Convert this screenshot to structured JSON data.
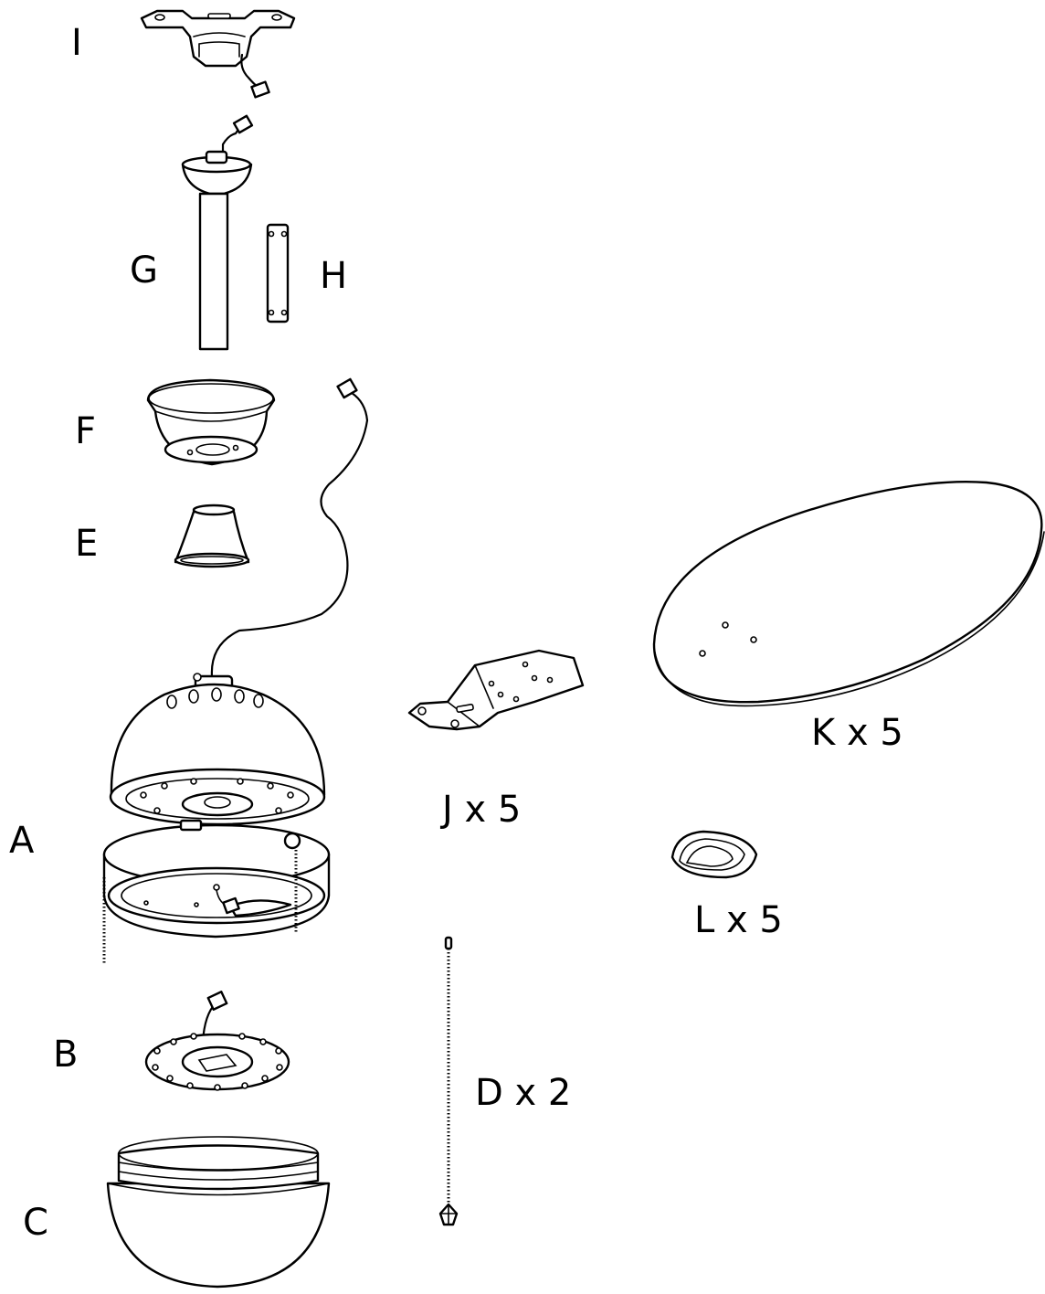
{
  "labels": {
    "I": "I",
    "G": "G",
    "H": "H",
    "F": "F",
    "E": "E",
    "A": "A",
    "B": "B",
    "C": "C",
    "J": "J x 5",
    "K": "K x 5",
    "L": "L x 5",
    "D": "D x 2"
  },
  "parts": [
    {
      "key": "I",
      "icon": "ceiling-bracket"
    },
    {
      "key": "G",
      "icon": "downrod-with-canopy-ball"
    },
    {
      "key": "H",
      "icon": "extension-rod"
    },
    {
      "key": "F",
      "icon": "canopy"
    },
    {
      "key": "E",
      "icon": "coupling-cover"
    },
    {
      "key": "A",
      "icon": "motor-housing-assembly"
    },
    {
      "key": "B",
      "icon": "light-kit-plate"
    },
    {
      "key": "C",
      "icon": "glass-bowl"
    },
    {
      "key": "J",
      "icon": "blade-bracket",
      "quantity": 5
    },
    {
      "key": "K",
      "icon": "fan-blade",
      "quantity": 5
    },
    {
      "key": "L",
      "icon": "blade-cap",
      "quantity": 5
    },
    {
      "key": "D",
      "icon": "pull-chain",
      "quantity": 2
    }
  ]
}
